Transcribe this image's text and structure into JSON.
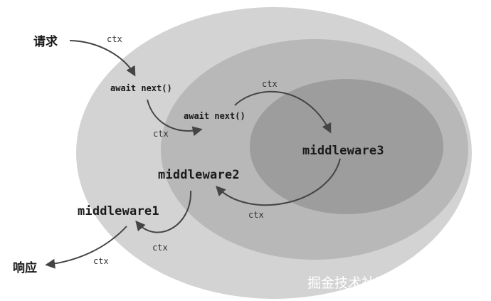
{
  "labels": {
    "request": "请求",
    "response": "响应",
    "middleware1": "middleware1",
    "middleware2": "middleware2",
    "middleware3": "middleware3",
    "await1": "await next()",
    "await2": "await next()",
    "ctx": "ctx"
  },
  "watermark": "掘金技术社区 @ heyy",
  "colors": {
    "outer": "#d3d3d3",
    "middle": "#b8b8b8",
    "inner": "#9d9d9d",
    "arrow": "#444444"
  }
}
